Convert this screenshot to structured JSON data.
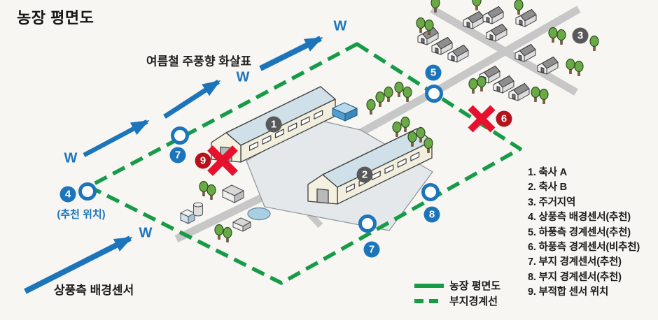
{
  "title": "농장 평면도",
  "wind": {
    "label": "여름철 주풍향 화살표",
    "w": "W",
    "upwind_sensor_label": "상풍측 배경센서"
  },
  "markers": {
    "n1": "1",
    "n2": "2",
    "n3": "3",
    "n4": "4",
    "n5": "5",
    "n6": "6",
    "n7": "7",
    "n8": "8",
    "n9": "9",
    "recommended_note": "(추천 위치)"
  },
  "legend": {
    "solid_label": "농장 평면도",
    "dashed_label": "부지경계선"
  },
  "sensor_list": [
    "1. 축사 A",
    "2. 축사 B",
    "3. 주거지역",
    "4. 상풍측 배경센서(추천)",
    "5. 하풍측 경계센서(추천)",
    "6. 하풍측 경계센서(비추천)",
    "7. 부지 경계센서(추천)",
    "8. 부지 경계센서(추천)",
    "9. 부적합 센서 위치"
  ],
  "colors": {
    "boundary_green": "#169b47",
    "wind_blue": "#1c75bb",
    "x_red": "#e8112d",
    "badge_red": "#b5121b",
    "badge_gray": "#58595b"
  }
}
